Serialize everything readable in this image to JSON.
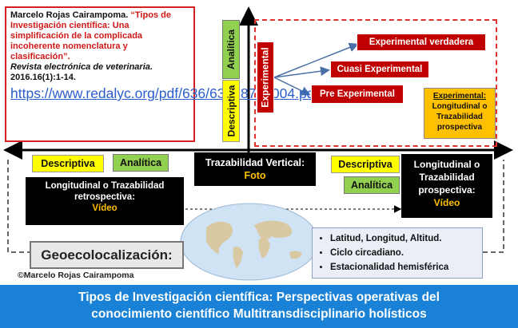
{
  "reference": {
    "author": "Marcelo Rojas Cairampoma.",
    "title": "“Tipos de Investigación científica: Una simplificación de la complicada incoherente nomenclatura y clasificación”.",
    "journal": "Revista electrónica de veterinaria.",
    "citation": "2016.16(1):1-14.",
    "url": "https://www.redalyc.org/pdf/636/63638739004.pdf"
  },
  "vertical": {
    "analitica": "Analítica",
    "descriptiva": "Descriptiva",
    "experimental": "Experimental",
    "types": [
      "Experimental verdadera",
      "Cuasi Experimental",
      "Pre Experimental"
    ],
    "prospective_note_title": "Experimental:",
    "prospective_note_body": "Longitudinal o Trazabilidad prospectiva"
  },
  "center": {
    "title": "Trazabilidad Vertical:",
    "sub": "Foto"
  },
  "left": {
    "descriptiva": "Descriptiva",
    "analitica": "Analítica",
    "title": "Longitudinal o Trazabilidad retrospectiva:",
    "sub": "Vídeo"
  },
  "right": {
    "descriptiva": "Descriptiva",
    "analitica": "Analítica",
    "title": "Longitudinal o Trazabilidad prospectiva:",
    "sub": "Vídeo"
  },
  "geo": {
    "label": "Geoecolocalización:",
    "bullets": [
      "Latitud, Longitud, Altitud.",
      "Ciclo circadiano.",
      "Estacionalidad hemisférica"
    ]
  },
  "copyright": "©Marcelo Rojas Cairampoma",
  "footer": {
    "line1": "Tipos de Investigación científica: Perspectivas operativas del",
    "line2": "conocimiento científico  Multitransdisciplinario holísticos"
  },
  "colors": {
    "accent_red": "#c00000",
    "yellow": "#ffff00",
    "green": "#92d050",
    "footer_blue": "#1a82d6",
    "video_orange": "#ffc000"
  }
}
